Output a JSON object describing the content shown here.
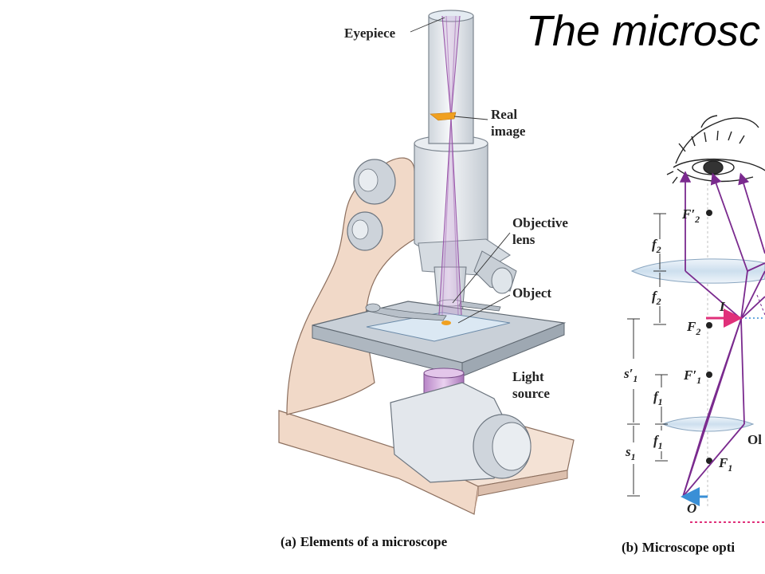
{
  "slide": {
    "title": "The microsc"
  },
  "panel_a": {
    "labels": {
      "eyepiece": "Eyepiece",
      "real_image": [
        "Real",
        "image"
      ],
      "objective_lens": [
        "Objective",
        "lens"
      ],
      "object": "Object",
      "light_source": [
        "Light",
        "source"
      ]
    },
    "caption": {
      "tag": "(a)",
      "text": "Elements of a microscope"
    }
  },
  "panel_b": {
    "symbols": {
      "f2_prime": "F′",
      "f2_prime_sub": "2",
      "f2_upper": "f",
      "f2_upper_sub": "2",
      "f2_lower": "f",
      "f2_lower_sub": "2",
      "I": "I",
      "F2": "F",
      "F2_sub": "2",
      "s1_prime": "s′",
      "s1_prime_sub": "1",
      "F1_prime": "F′",
      "F1_prime_sub": "1",
      "f1_upper": "f",
      "f1_upper_sub": "1",
      "f1_lower": "f",
      "f1_lower_sub": "1",
      "s1": "s",
      "s1_sub": "1",
      "F1": "F",
      "F1_sub": "1",
      "O": "O",
      "objective_partial": "Ol"
    },
    "caption": {
      "tag": "(b)",
      "text": "Microscope opti"
    }
  },
  "colors": {
    "ray": "#7a2a8e",
    "object_arrow": "#3a8fd6",
    "image_arrow": "#e0307a",
    "lens_fill": "#dbe8f3",
    "microscope_body": "#f1d9c8",
    "stage": "#c9d0d8",
    "tube": "#e3e7ec",
    "real_image": "#f0a020"
  }
}
